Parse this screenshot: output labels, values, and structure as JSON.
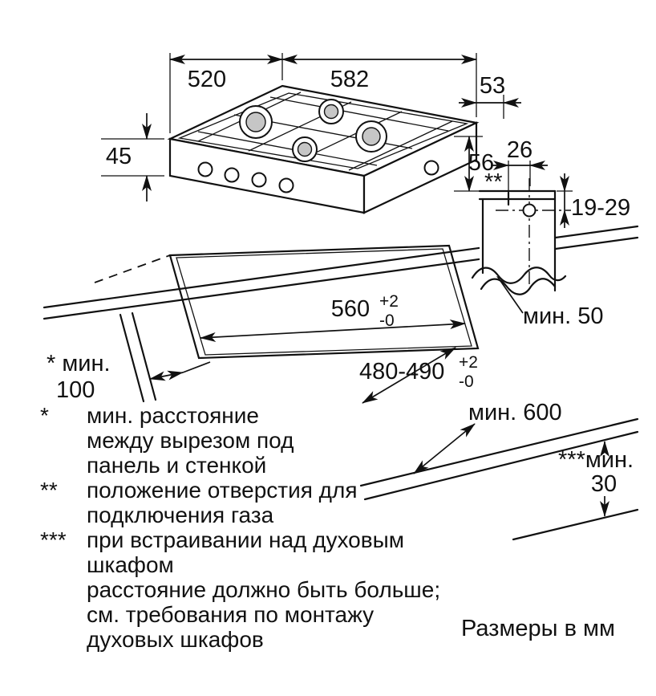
{
  "hob": {
    "dim_depth": "520",
    "dim_width": "582",
    "dim_side_offset": "53",
    "dim_height": "45",
    "dim_under_height": "56"
  },
  "gas_connection": {
    "dim_offset": "26",
    "dim_range": "19-29",
    "marker": "**"
  },
  "cutout": {
    "width": "560",
    "width_tol_plus": "+2",
    "width_tol_minus": "-0",
    "depth": "480-490",
    "depth_tol_plus": "+2",
    "depth_tol_minus": "-0"
  },
  "clearances": {
    "rear": "мин. 50",
    "side_label": "* мин.",
    "side_value": "100",
    "worktop_depth": "мин. 600",
    "below_label": "***мин.",
    "below_value": "30"
  },
  "footnotes": [
    {
      "marker": "*",
      "lines": [
        "мин. расстояние",
        "между вырезом под",
        "панель и стенкой"
      ]
    },
    {
      "marker": "**",
      "lines": [
        "положение отверстия для",
        "подключения газа"
      ]
    },
    {
      "marker": "***",
      "lines": [
        "при встраивании над духовым шкафом",
        "расстояние должно быть больше;",
        "см. требования по монтажу",
        "духовых шкафов"
      ]
    }
  ],
  "units_note": "Размеры в мм"
}
